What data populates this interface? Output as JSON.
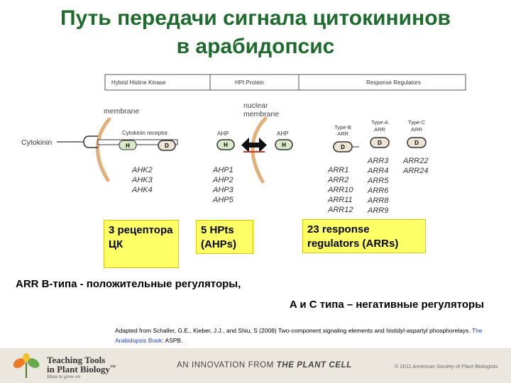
{
  "title": {
    "line1": "Путь передачи сигнала цитокининов",
    "line2": "в арабидопсис"
  },
  "diagram": {
    "columns": [
      "Hybrid Histine Kinase",
      "HPt Protein",
      "Response Regulators"
    ],
    "membrane_label": "membrane",
    "nuclear_membrane_label": [
      "nuclear",
      "membrane"
    ],
    "cytokinin_label": "Cytokinin",
    "receptor_label": "Cytokinin receptor",
    "h": "H",
    "d": "D",
    "ahp_label": "AHP",
    "type_b": [
      "Type-B",
      "ARR"
    ],
    "type_a": [
      "Type-A",
      "ARR"
    ],
    "type_c": [
      "Type-C",
      "ARR"
    ],
    "ahk_list": [
      "AHK2",
      "AHK3",
      "AHK4"
    ],
    "ahp_list": [
      "AHP1",
      "AHP2",
      "AHP3",
      "AHP5"
    ],
    "arr_b_list": [
      "ARR1",
      "ARR2",
      "ARR10",
      "ARR11",
      "ARR12"
    ],
    "arr_a_list": [
      "ARR3",
      "ARR4",
      "ARR5",
      "ARR6",
      "ARR8",
      "ARR9"
    ],
    "arr_c_list": [
      "ARR22",
      "ARR24"
    ]
  },
  "boxes": {
    "receptors": "3 рецептора ЦК",
    "hpts": "5 HPts (AHPs)",
    "response": "23 response regulators (ARRs)"
  },
  "notes": {
    "line1": "ARR B-типа - положительные регуляторы,",
    "line2": "A и C типа – негативные регуляторы"
  },
  "citation": {
    "text": "Adapted from Schaller, G.E., Kieber, J.J., and Shiu, S (2008) Two-component signaling elements and histidyl-aspartyl phosphorelays.",
    "link": "The Arabidopsis Book",
    "tail": ": ASPB."
  },
  "footer": {
    "brand_line1": "Teaching Tools",
    "brand_line2": "in Plant Biology",
    "brand_tm": "™",
    "tagline": "Ideas to grow on",
    "innovation_prefix": "AN INNOVATION FROM",
    "innovation_brand": "THE PLANT CELL",
    "copyright": "© 2011 American Society of Plant Biologists"
  },
  "colors": {
    "title": "#1f6b2e",
    "membrane": "#e2b07a",
    "domain_fill": "#d9e9c9",
    "highlight_box": "#ffff66"
  }
}
